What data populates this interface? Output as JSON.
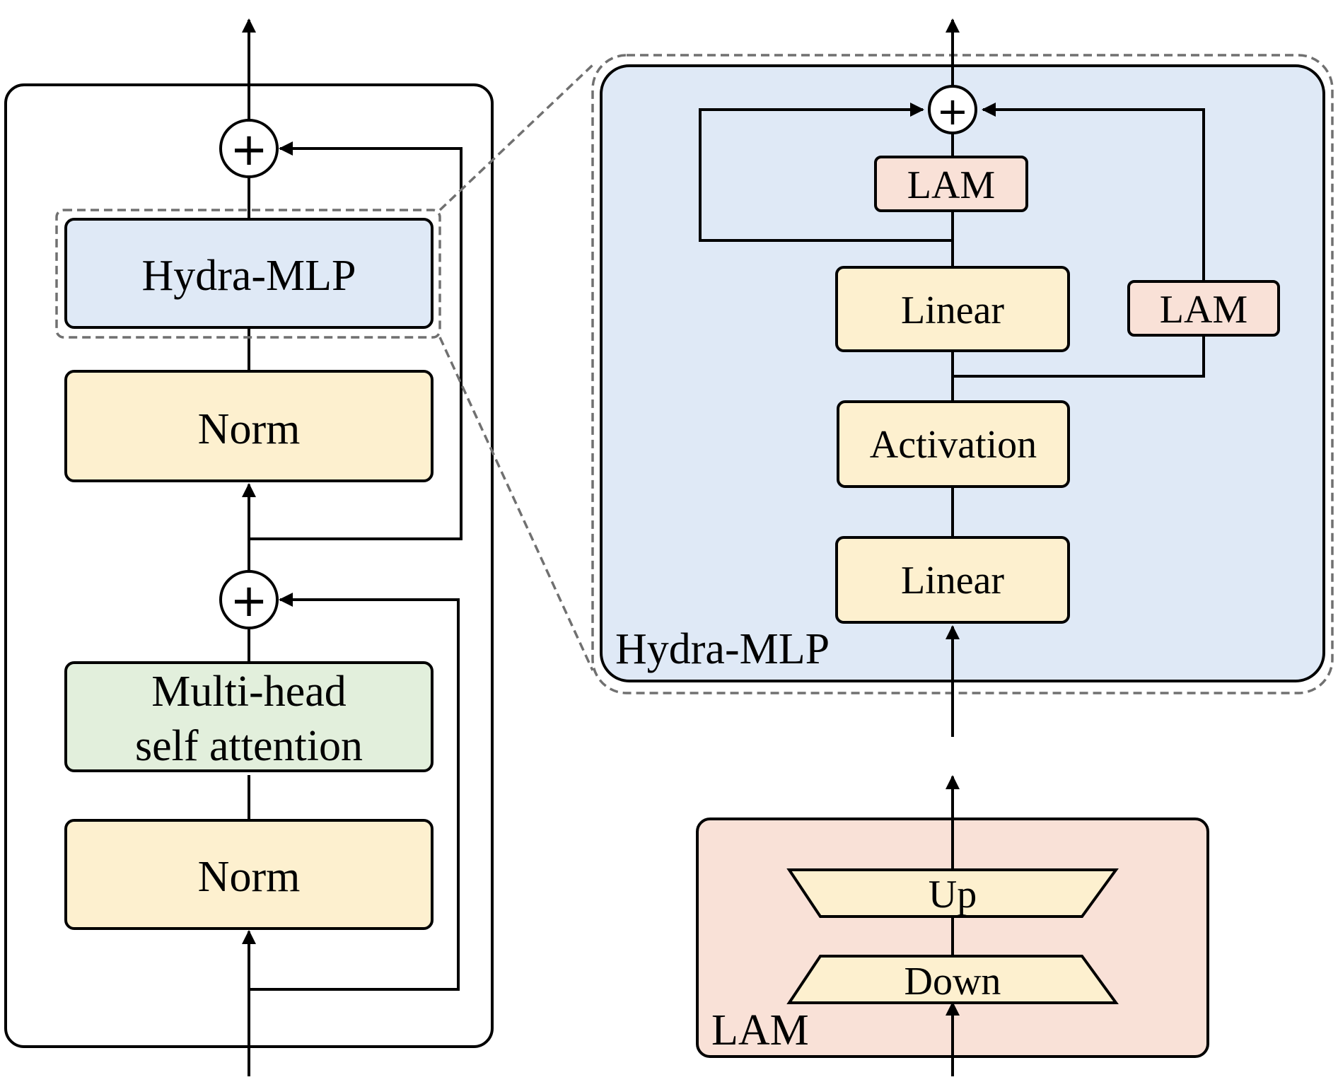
{
  "colors": {
    "hydra_blue": "#dfe9f6",
    "norm_yellow": "#fdf0cf",
    "attention_green": "#e2efdc",
    "lam_pink": "#f9e1d7",
    "stroke": "#000000",
    "dashed": "#707070"
  },
  "transformer_block": {
    "hydra_mlp_label": "Hydra-MLP",
    "norm_top_label": "Norm",
    "attention_label_line1": "Multi-head",
    "attention_label_line2": "self attention",
    "norm_bottom_label": "Norm",
    "add_symbol": "+"
  },
  "hydra_mlp_detail": {
    "panel_label": "Hydra-MLP",
    "lam_top_label": "LAM",
    "linear_top_label": "Linear",
    "lam_side_label": "LAM",
    "activation_label": "Activation",
    "linear_bottom_label": "Linear",
    "add_symbol": "+"
  },
  "lam_detail": {
    "panel_label": "LAM",
    "up_label": "Up",
    "down_label": "Down"
  }
}
